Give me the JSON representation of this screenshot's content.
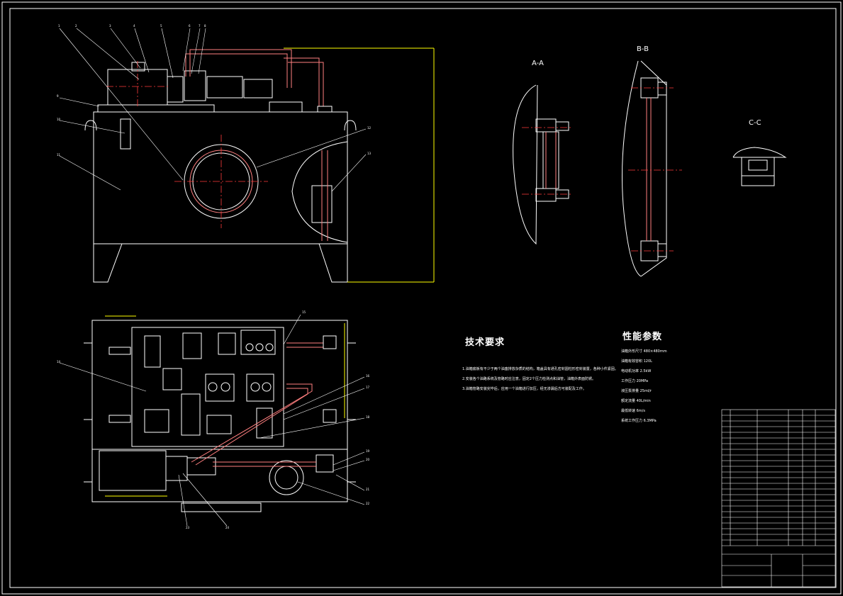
{
  "sections": {
    "a_a": "A-A",
    "b_b": "B-B",
    "c_c": "C-C"
  },
  "tech_req": {
    "title": "技术要求",
    "lines": [
      "1.油箱底板有不少于两个油塞排放杂质的结构，箱盖具有通孔密封圆柱形密封装置，各种小件紧固。",
      "2.安装各个油路系统及管路时应注意，固定2个压力检测点和油管，油箱外表面防锈。",
      "3.油箱管路安装完毕后，应用一个油箱进行加压，经无渗漏后方可装配及工作。"
    ]
  },
  "performance": {
    "title": "性能参数",
    "params": [
      "油箱外形尺寸 480×480mm",
      "油箱有效容积 120L",
      "电动机功率 2.5kW",
      "工作压力 20MPa",
      "液压泵排量 25ml/r",
      "额定流量 40L/min",
      "最低转速 6m/s",
      "系统工作压力 6.3MPa"
    ]
  },
  "colors": {
    "line": "#ffffff",
    "center": "#ff3b3b",
    "dim": "#ffff00",
    "hidden": "#ff7f7f",
    "accent": "#ff2020"
  }
}
